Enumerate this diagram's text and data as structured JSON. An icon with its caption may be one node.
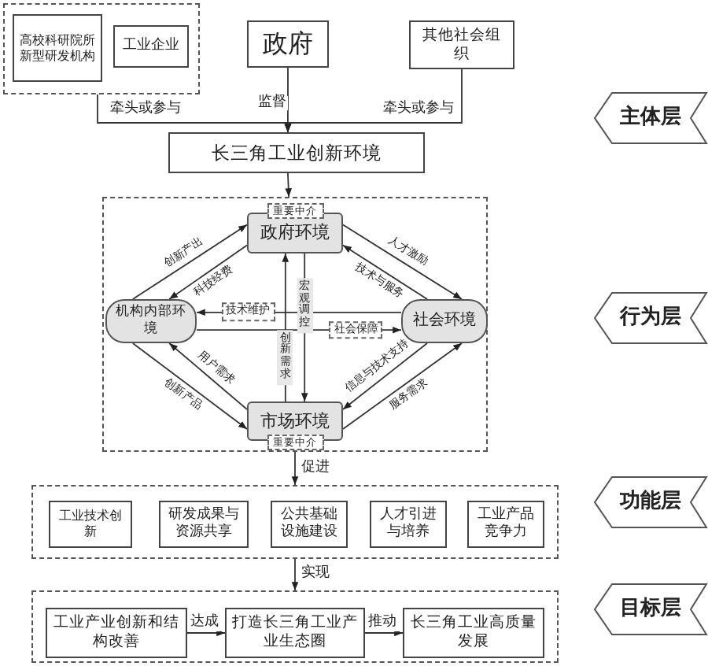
{
  "diagram": {
    "nodes": [
      {
        "text": [],
        "shape": "box"
      },
      {
        "text": [
          "高校科研院所新型研发机构"
        ],
        "in": 0
      },
      {
        "text": [
          "工业企业"
        ],
        "in": 0
      },
      {
        "text": [
          "政府"
        ]
      },
      {
        "text": [
          "其他社会组织"
        ]
      },
      {
        "text": [
          "长三角工业创新环境"
        ]
      },
      {
        "text": [],
        "shape": "box"
      },
      {
        "text": [
          "政府环境"
        ],
        "in": 6,
        "beside": [
          "重要中介"
        ]
      },
      {
        "text": [
          "机构内部环境"
        ],
        "in": 6
      },
      {
        "text": [
          "社会环境"
        ],
        "in": 6
      },
      {
        "text": [
          "市场环境"
        ],
        "in": 6,
        "beside": [
          "重要中介"
        ]
      },
      {
        "text": [],
        "shape": "box"
      },
      {
        "text": [
          "工业技术创新"
        ],
        "in": 11
      },
      {
        "text": [
          "研发成果与资源共享"
        ],
        "in": 11
      },
      {
        "text": [
          "公共基础设施建设"
        ],
        "in": 11
      },
      {
        "text": [
          "人才引进与培养"
        ],
        "in": 11
      },
      {
        "text": [
          "工业产品竞争力"
        ],
        "in": 11
      },
      {
        "text": [],
        "shape": "box"
      },
      {
        "text": [
          "工业产业创新和结构改善"
        ],
        "in": 17
      },
      {
        "text": [
          "打造长三角工业产业生态圈"
        ],
        "in": 17
      },
      {
        "text": [
          "长三角工业高质量发展"
        ],
        "in": 17
      },
      {
        "text": [
          "主体层"
        ]
      },
      {
        "text": [
          "行为层"
        ]
      },
      {
        "text": [
          "功能层"
        ]
      },
      {
        "text": [
          "目标层"
        ]
      }
    ],
    "edges": [
      {
        "from": 0,
        "to": 5,
        "arrow": "to",
        "label": "牵头或参与"
      },
      {
        "from": 3,
        "to": 5,
        "arrow": "to",
        "label": "监督"
      },
      {
        "from": 4,
        "to": 5,
        "arrow": "to",
        "label": "牵头或参与"
      },
      {
        "from": 5,
        "to": 6,
        "arrow": "to"
      },
      {
        "from": 8,
        "to": 7,
        "arrow": "to",
        "label": "创新产出"
      },
      {
        "from": 7,
        "to": 8,
        "arrow": "to",
        "label": "科技经费"
      },
      {
        "from": 7,
        "to": 9,
        "arrow": "to",
        "label": "人才激励"
      },
      {
        "from": 9,
        "to": 7,
        "arrow": "to",
        "label": "技术与服务"
      },
      {
        "from": 7,
        "to": 10,
        "arrow": "to",
        "label": "宏观调控"
      },
      {
        "from": 10,
        "to": 7,
        "arrow": "to",
        "label": "创新需求"
      },
      {
        "from": 9,
        "to": 8,
        "arrow": "to",
        "label": "技术维护"
      },
      {
        "from": 8,
        "to": 9,
        "arrow": "to",
        "label": "社会保障"
      },
      {
        "from": 10,
        "to": 8,
        "arrow": "to",
        "label": "用户需求"
      },
      {
        "from": 8,
        "to": 10,
        "arrow": "to",
        "label": "创新产品"
      },
      {
        "from": 9,
        "to": 10,
        "arrow": "to",
        "label": "信息与技术支持"
      },
      {
        "from": 10,
        "to": 9,
        "arrow": "to",
        "label": "服务需求"
      },
      {
        "from": 6,
        "to": 11,
        "arrow": "to",
        "label": "促进"
      },
      {
        "from": 11,
        "to": 17,
        "arrow": "to",
        "label": "实现"
      },
      {
        "from": 18,
        "to": 19,
        "arrow": "to",
        "label": "达成"
      },
      {
        "from": 19,
        "to": 20,
        "arrow": "to",
        "label": "推动"
      }
    ]
  }
}
